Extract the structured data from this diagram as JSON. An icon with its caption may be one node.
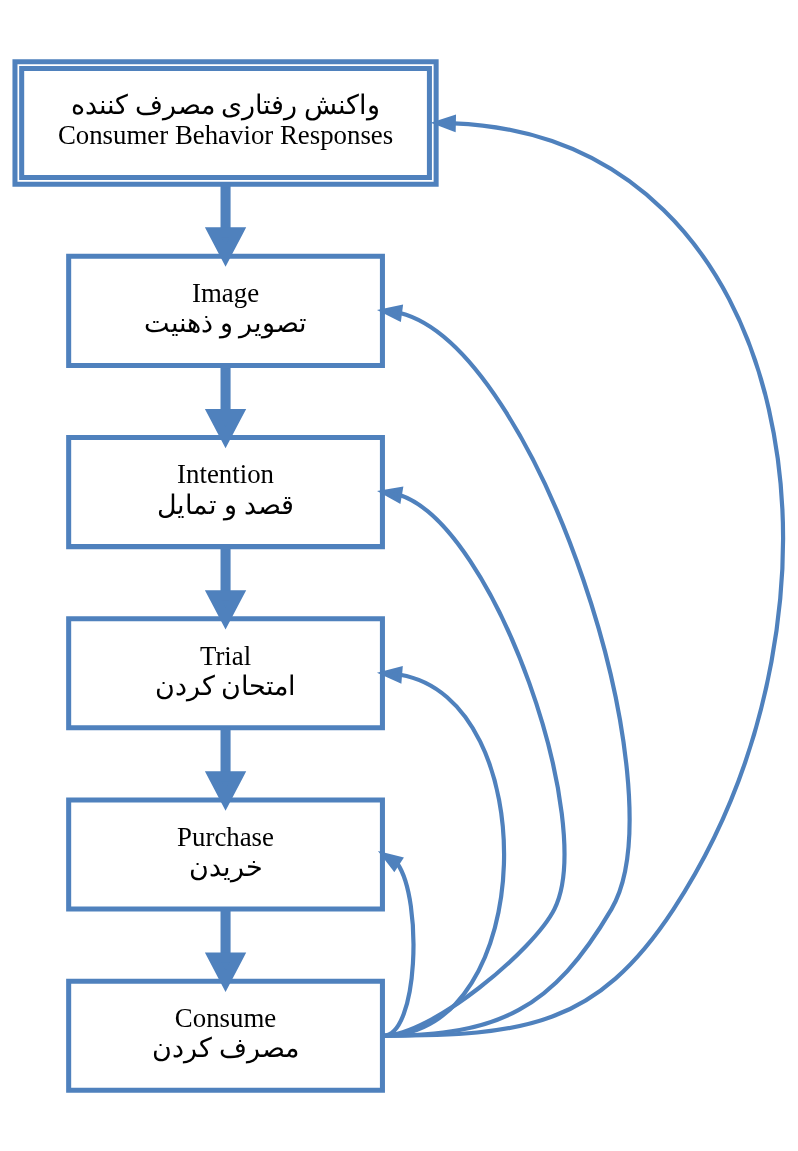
{
  "diagram": {
    "nodes": [
      {
        "text": [
          "واکنش رفتاری مصرف کننده",
          "Consumer Behavior Responses"
        ]
      },
      {
        "text": [
          "Image",
          "تصویر و ذهنیت"
        ]
      },
      {
        "text": [
          "Intention",
          "قصد و تمایل"
        ]
      },
      {
        "text": [
          "Trial",
          "امتحان کردن"
        ]
      },
      {
        "text": [
          "Purchase",
          "خریدن"
        ]
      },
      {
        "text": [
          "Consume",
          "مصرف کردن"
        ]
      }
    ],
    "edges": [
      {
        "from": 0,
        "to": 1,
        "arrow": "to",
        "style": "thick"
      },
      {
        "from": 1,
        "to": 2,
        "arrow": "to",
        "style": "thick"
      },
      {
        "from": 2,
        "to": 3,
        "arrow": "to",
        "style": "thick"
      },
      {
        "from": 3,
        "to": 4,
        "arrow": "to",
        "style": "thick"
      },
      {
        "from": 4,
        "to": 5,
        "arrow": "to",
        "style": "thick"
      },
      {
        "from": 5,
        "to": 4,
        "arrow": "to"
      },
      {
        "from": 5,
        "to": 3,
        "arrow": "to"
      },
      {
        "from": 5,
        "to": 2,
        "arrow": "to"
      },
      {
        "from": 5,
        "to": 1,
        "arrow": "to"
      },
      {
        "from": 5,
        "to": 0,
        "arrow": "to"
      }
    ]
  }
}
